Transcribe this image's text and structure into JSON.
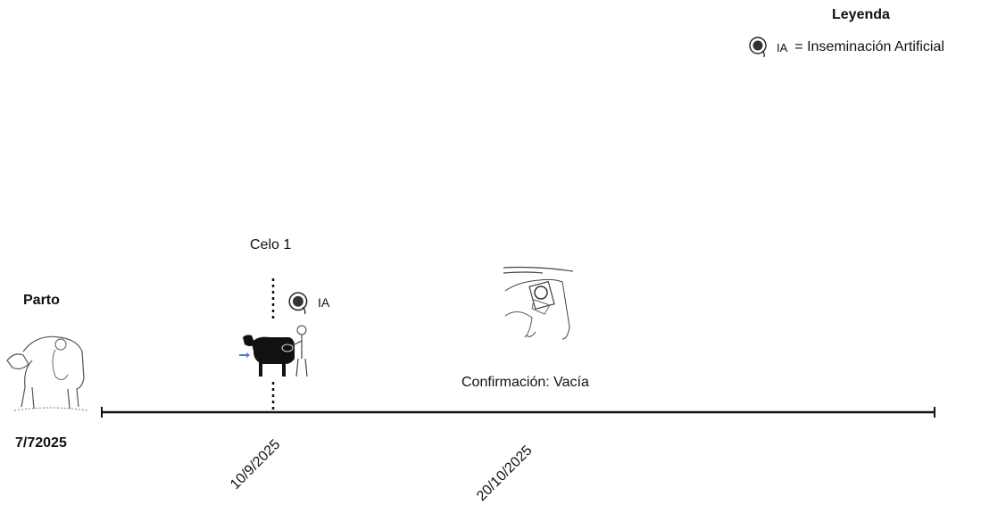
{
  "legend": {
    "title": "Leyenda",
    "icon": "insemination-icon",
    "abbr": "IA",
    "definition": "= Inseminación Artificial"
  },
  "events": [
    {
      "title": "Parto",
      "date": "7/72025",
      "icon": "calving-cow-icon"
    },
    {
      "title": "Celo 1",
      "date": "10/9/2025",
      "tag": "IA",
      "icon": "insemination-cow-icon"
    },
    {
      "title": "Confirmación: Vacía",
      "date": "20/10/2025",
      "icon": "rectal-palpation-icon"
    }
  ],
  "colors": {
    "line": "#111111",
    "arrow": "#4a7fd4"
  }
}
